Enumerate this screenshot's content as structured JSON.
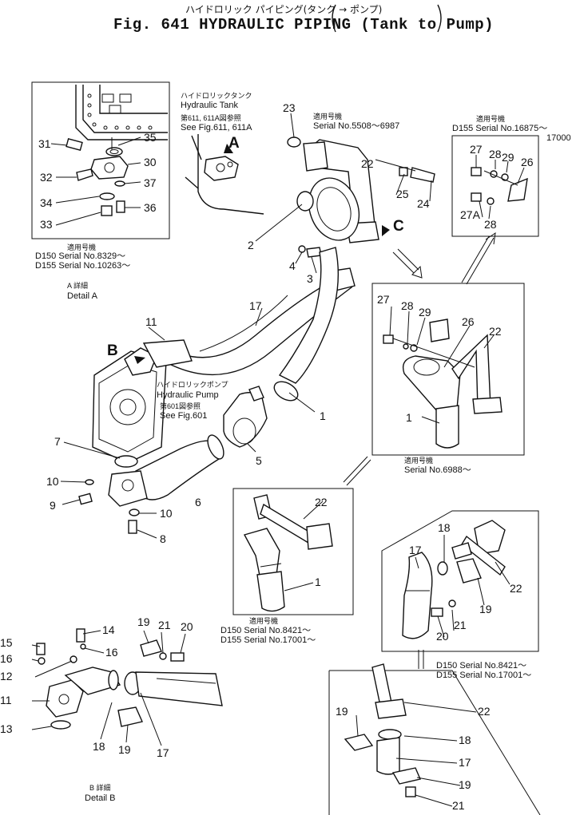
{
  "title": {
    "jp": "ハイドロリック パイピング(タンク → ポンプ)",
    "en": "Fig. 641 HYDRAULIC PIPING (Tank to Pump)"
  },
  "detailA": {
    "applic_jp": "適用号機",
    "serial1": "D150 Serial No.8329～",
    "serial2": "D155 Serial No.10263～",
    "label_jp": "A 詳細",
    "label": "Detail A"
  },
  "tank": {
    "jp": "ハイドロリックタンク",
    "en": "Hydraulic Tank",
    "ref_jp": "第611, 611A図参照",
    "ref": "See Fig.611, 611A"
  },
  "pump": {
    "jp": "ハイドロリックポンプ",
    "en": "Hydraulic Pump",
    "ref_jp": "第601図参照",
    "ref": "See Fig.601"
  },
  "serial_5508": {
    "applic_jp": "適用号機",
    "text": "Serial No.5508～6987"
  },
  "serial_16875": {
    "applic_jp": "適用号機",
    "text": "D155 Serial No.16875～",
    "cont": "17000"
  },
  "serial_6988": {
    "applic_jp": "適用号機",
    "text": "Serial No.6988～"
  },
  "serial_mid": {
    "applic_jp": "適用号機",
    "line1": "D150 Serial No.8421～",
    "line2": "D155 Serial No.17001～"
  },
  "serial_right": {
    "line1": "D150 Serial No.8421～",
    "line2": "D155 Serial No.17001～"
  },
  "detailB": {
    "label_jp": "B 詳細",
    "label": "Detail B"
  },
  "letters": {
    "A": "A",
    "B": "B",
    "C": "C"
  },
  "parts": {
    "p1": "1",
    "p2": "2",
    "p3": "3",
    "p4": "4",
    "p5": "5",
    "p6": "6",
    "p7": "7",
    "p8": "8",
    "p9": "9",
    "p10": "10",
    "p11": "11",
    "p12": "12",
    "p13": "13",
    "p14": "14",
    "p15": "15",
    "p16": "16",
    "p17": "17",
    "p18": "18",
    "p19": "19",
    "p20": "20",
    "p21": "21",
    "p22": "22",
    "p23": "23",
    "p24": "24",
    "p25": "25",
    "p26": "26",
    "p27": "27",
    "p27A": "27A",
    "p28": "28",
    "p29": "29",
    "p30": "30",
    "p31": "31",
    "p32": "32",
    "p33": "33",
    "p34": "34",
    "p35": "35",
    "p36": "36",
    "p37": "37"
  }
}
